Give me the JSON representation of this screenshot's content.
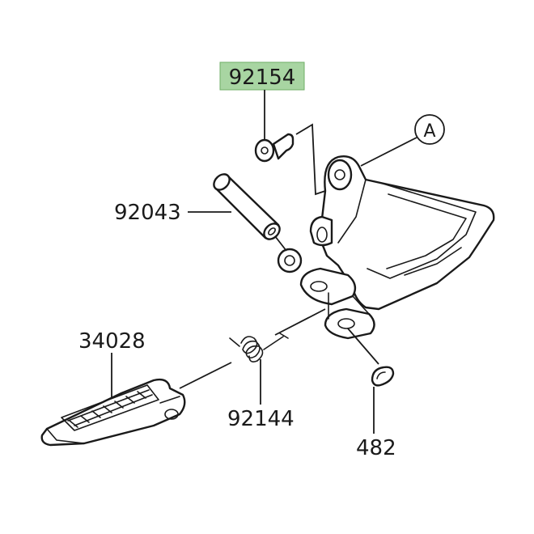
{
  "callouts": {
    "p92154": "92154",
    "p92043": "92043",
    "p34028": "34028",
    "p92144": "92144",
    "p482": "482",
    "refA": "A"
  },
  "colors": {
    "highlight": "#a8d5a2",
    "highlight_border": "#6fae67",
    "line": "#1a1a1a"
  }
}
